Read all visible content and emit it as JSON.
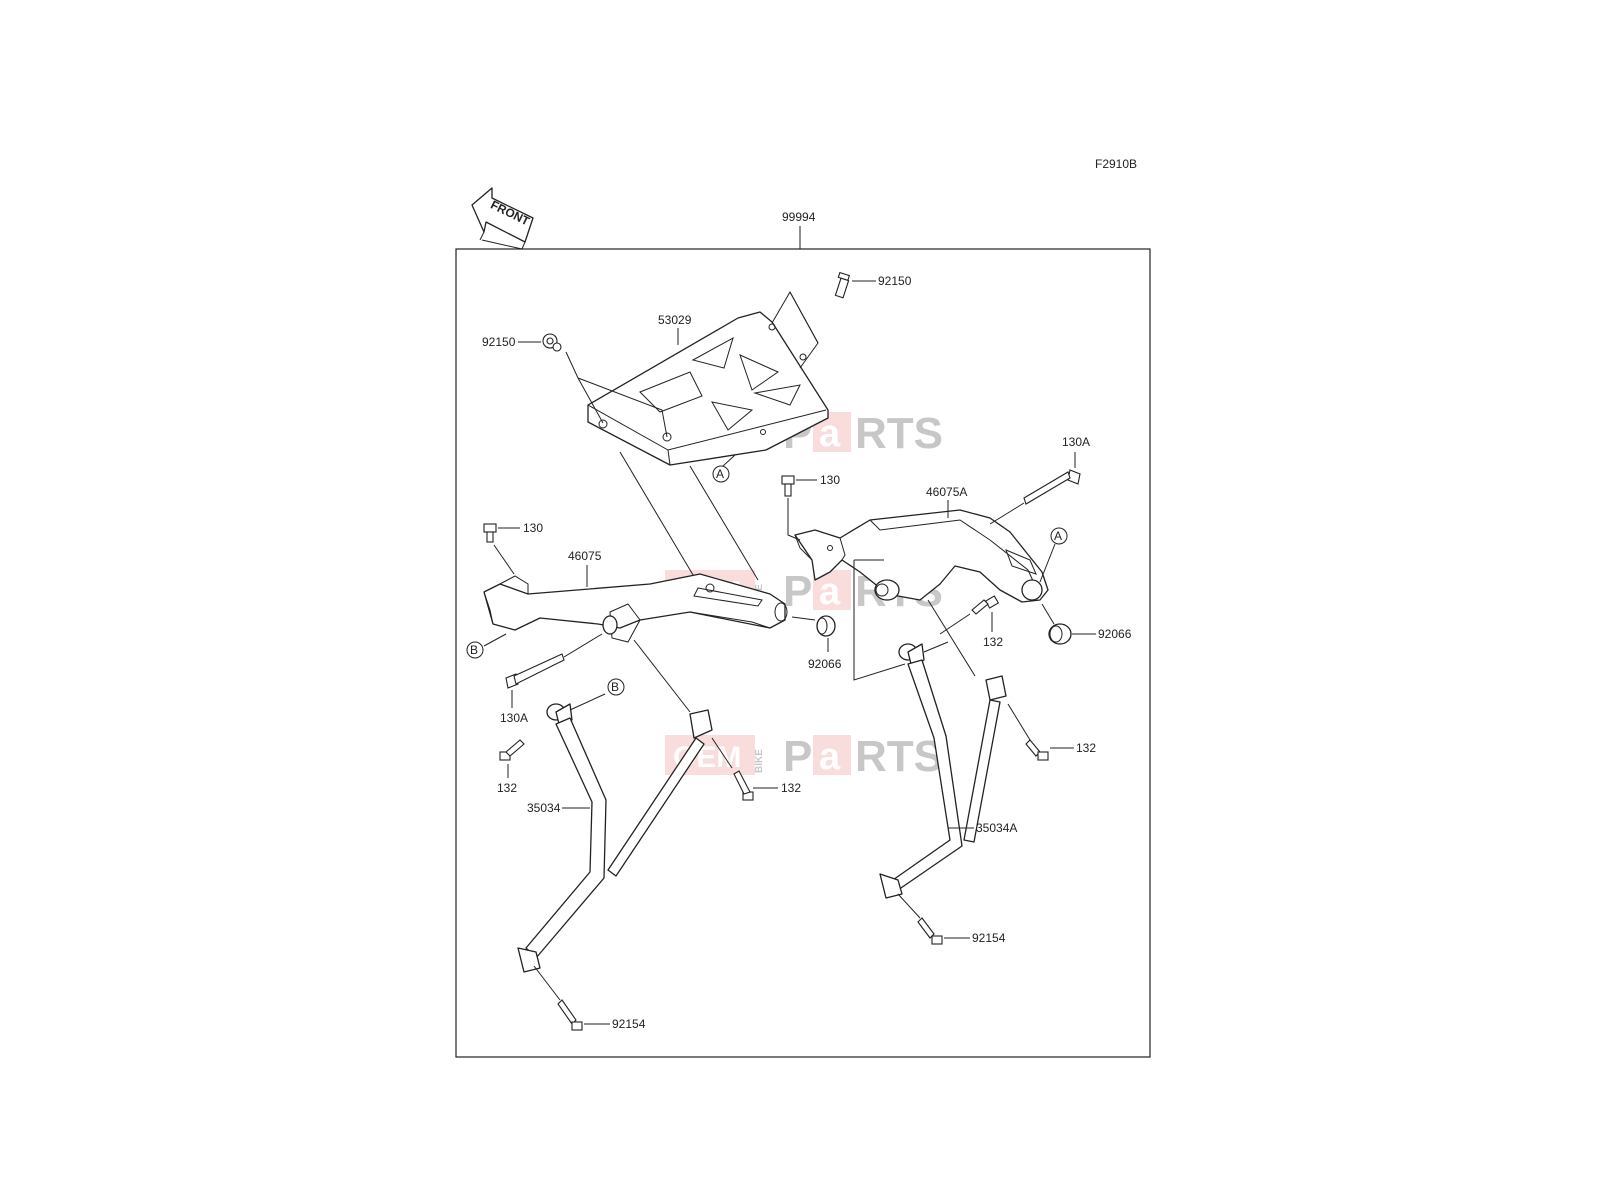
{
  "diagram": {
    "code": "F2910B",
    "front_label": "FRONT",
    "assembly_number": "99994",
    "callout_letters": [
      "A",
      "B"
    ]
  },
  "watermark": {
    "word1": "OEM",
    "side": "BIKE",
    "word2_p": "P",
    "word2_a": "a",
    "word2_rest": "RTS",
    "color": "#e24b4b"
  },
  "parts": {
    "p92150_top": "92150",
    "p53029": "53029",
    "p92150_left": "92150",
    "p130_mid": "130",
    "p130a_right": "130A",
    "p46075a": "46075A",
    "p130_left": "130",
    "p46075": "46075",
    "p92066_mid": "92066",
    "p92066_right": "92066",
    "p132_right_top": "132",
    "p130a_left": "130A",
    "p132_left": "132",
    "p132_mid": "132",
    "p132_right": "132",
    "p35034": "35034",
    "p35034a": "35034A",
    "p92154_right": "92154",
    "p92154_left": "92154"
  }
}
